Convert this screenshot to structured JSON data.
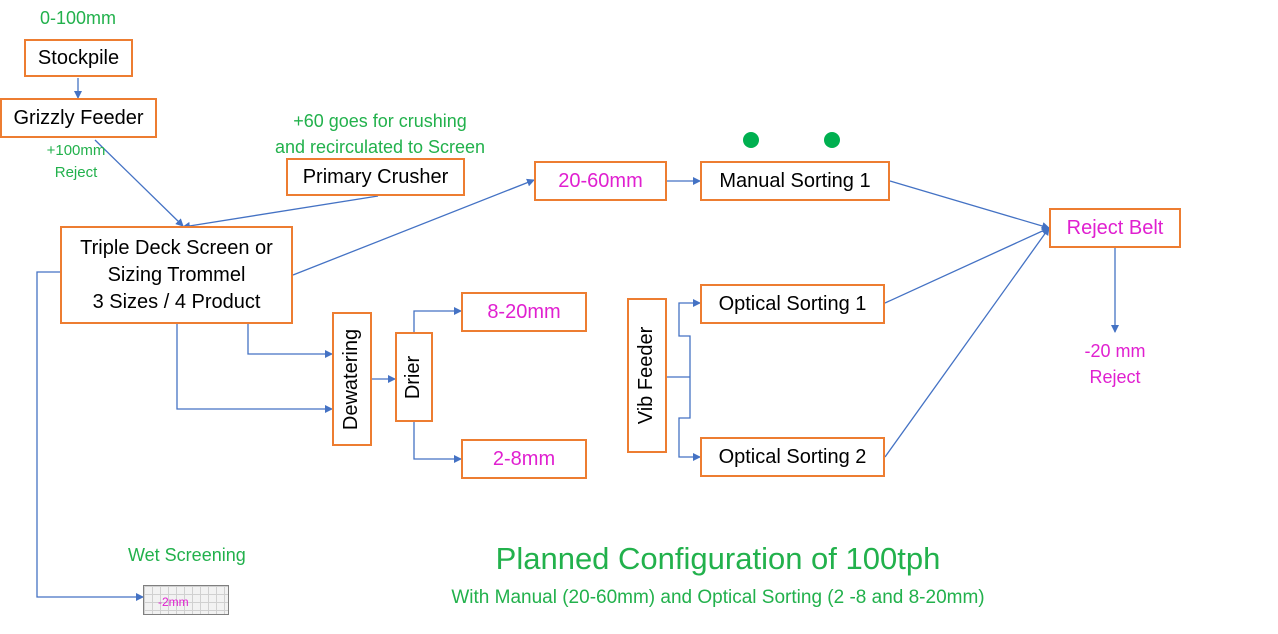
{
  "labels": {
    "feed_size": "0-100mm",
    "grizzly_reject": [
      "+100mm",
      "Reject"
    ],
    "crush_note": [
      "+60 goes for crushing",
      "and recirculated to Screen"
    ],
    "reject_fines": [
      "-20 mm",
      "Reject"
    ],
    "wet_screening": "Wet Screening",
    "wet_fines": "-2mm"
  },
  "nodes": {
    "stockpile": "Stockpile",
    "grizzly": "Grizzly Feeder",
    "crusher": "Primary Crusher",
    "screen": [
      "Triple Deck Screen or",
      "Sizing Trommel",
      "3 Sizes / 4 Product"
    ],
    "size_20_60": "20-60mm",
    "manual": "Manual Sorting 1",
    "reject_belt": "Reject Belt",
    "optical1": "Optical Sorting 1",
    "optical2": "Optical Sorting 2",
    "vib": "Vib Feeder",
    "dewatering": "Dewatering",
    "drier": "Drier",
    "size_8_20": "8-20mm",
    "size_2_8": "2-8mm"
  },
  "title": {
    "main": "Planned Configuration of 100tph",
    "sub": "With Manual (20-60mm) and Optical Sorting (2 -8 and 8-20mm)"
  },
  "colors": {
    "box_border": "#ED7D31",
    "connector": "#4472C4",
    "label_green": "#22B14C",
    "label_magenta": "#E020D0",
    "indicator_dot": "#00B050"
  }
}
